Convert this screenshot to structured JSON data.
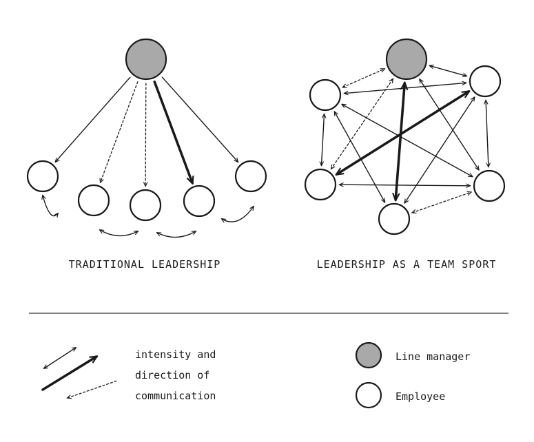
{
  "diagrams": [
    {
      "id": "traditional",
      "caption": "TRADITIONAL LEADERSHIP",
      "nodes": [
        {
          "id": "m",
          "role": "manager"
        },
        {
          "id": "e1",
          "role": "employee"
        },
        {
          "id": "e2",
          "role": "employee"
        },
        {
          "id": "e3",
          "role": "employee"
        },
        {
          "id": "e4",
          "role": "employee"
        },
        {
          "id": "e5",
          "role": "employee"
        }
      ],
      "edges": [
        {
          "from": "m",
          "to": "e1",
          "style": "normal",
          "direction": "forward"
        },
        {
          "from": "m",
          "to": "e2",
          "style": "weak",
          "direction": "forward"
        },
        {
          "from": "m",
          "to": "e3",
          "style": "weak",
          "direction": "forward"
        },
        {
          "from": "m",
          "to": "e4",
          "style": "strong",
          "direction": "forward"
        },
        {
          "from": "m",
          "to": "e5",
          "style": "normal",
          "direction": "forward"
        },
        {
          "from": "e1",
          "to": "e2",
          "style": "normal",
          "direction": "both"
        },
        {
          "from": "e2",
          "to": "e3",
          "style": "normal",
          "direction": "both"
        },
        {
          "from": "e3",
          "to": "e4",
          "style": "normal",
          "direction": "both"
        },
        {
          "from": "e4",
          "to": "e5",
          "style": "normal",
          "direction": "both"
        }
      ]
    },
    {
      "id": "team",
      "caption": "LEADERSHIP AS A TEAM SPORT",
      "nodes": [
        {
          "id": "m",
          "role": "manager"
        },
        {
          "id": "a",
          "role": "employee"
        },
        {
          "id": "b",
          "role": "employee"
        },
        {
          "id": "c",
          "role": "employee"
        },
        {
          "id": "d",
          "role": "employee"
        },
        {
          "id": "e",
          "role": "employee"
        }
      ],
      "edges": [
        {
          "from": "a",
          "to": "m",
          "style": "weak",
          "direction": "both"
        },
        {
          "from": "m",
          "to": "b",
          "style": "normal",
          "direction": "both"
        },
        {
          "from": "a",
          "to": "b",
          "style": "normal",
          "direction": "both"
        },
        {
          "from": "a",
          "to": "c",
          "style": "normal",
          "direction": "both"
        },
        {
          "from": "b",
          "to": "d",
          "style": "normal",
          "direction": "both"
        },
        {
          "from": "c",
          "to": "b",
          "style": "strong",
          "direction": "both"
        },
        {
          "from": "m",
          "to": "e",
          "style": "strong",
          "direction": "both"
        },
        {
          "from": "a",
          "to": "d",
          "style": "normal",
          "direction": "both"
        },
        {
          "from": "a",
          "to": "e",
          "style": "normal",
          "direction": "both"
        },
        {
          "from": "m",
          "to": "c",
          "style": "weak",
          "direction": "both"
        },
        {
          "from": "c",
          "to": "d",
          "style": "normal",
          "direction": "both"
        },
        {
          "from": "e",
          "to": "b",
          "style": "normal",
          "direction": "both"
        },
        {
          "from": "e",
          "to": "d",
          "style": "weak",
          "direction": "both"
        },
        {
          "from": "m",
          "to": "d",
          "style": "normal",
          "direction": "both"
        }
      ]
    }
  ],
  "legend": {
    "communication_text": [
      "intensity and",
      "direction of",
      "communication"
    ],
    "line_manager_label": "Line manager",
    "employee_label": "Employee"
  },
  "colors": {
    "ink": "#1a1a1a",
    "manager_fill": "#a9a9a9",
    "employee_fill": "#ffffff"
  }
}
